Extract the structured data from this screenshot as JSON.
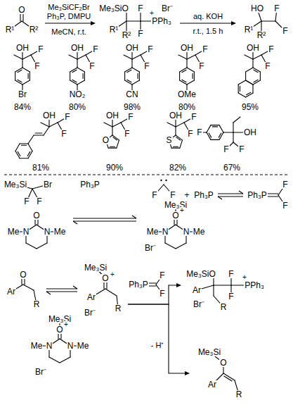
{
  "diagram": {
    "nodes": [
      {
        "text": [
          "O",
          "R¹",
          "R²"
        ]
      },
      {
        "text": [
          "Me₃SiO",
          "+",
          "Br⁻",
          "PPh₃",
          "R¹",
          "R²",
          "F",
          "F"
        ]
      },
      {
        "text": [
          "HO",
          "F",
          "F",
          "R¹",
          "R²"
        ]
      },
      {
        "text": [
          "OH",
          "F",
          "F",
          "Br",
          "84%"
        ]
      },
      {
        "text": [
          "OH",
          "F",
          "F",
          "NO₂",
          "80%"
        ]
      },
      {
        "text": [
          "OH",
          "F",
          "F",
          "CN",
          "98%"
        ]
      },
      {
        "text": [
          "OH",
          "F",
          "F",
          "OMe",
          "80%"
        ]
      },
      {
        "text": [
          "OH",
          "F",
          "F",
          "95%"
        ]
      },
      {
        "text": [
          "OH",
          "F",
          "F",
          "81%"
        ]
      },
      {
        "text": [
          "OH",
          "F",
          "F",
          "O",
          "90%"
        ]
      },
      {
        "text": [
          "OH",
          "F",
          "F",
          "S",
          "82%"
        ]
      },
      {
        "text": [
          "F",
          "OH",
          "F",
          "F",
          "67%"
        ]
      },
      {
        "text": [
          "Me₃Si",
          "Br",
          "F",
          "F"
        ]
      },
      {
        "text": [
          "O",
          "N",
          "N",
          "Me",
          "Me"
        ]
      },
      {
        "text": [
          "F",
          "F"
        ]
      },
      {
        "text": [
          "Ph₃P"
        ]
      },
      {
        "text": [
          "Ph₃P",
          "F",
          "F"
        ]
      },
      {
        "text": [
          "Me₃Si",
          "O",
          "+",
          "N",
          "N",
          "Me",
          "Me",
          "Br⁻"
        ]
      },
      {
        "text": [
          "O",
          "Ar",
          "R"
        ]
      },
      {
        "text": [
          "Me₃Si",
          "O",
          "+",
          "Ar",
          "Br⁻",
          "R"
        ]
      },
      {
        "text": [
          "Me₃Si",
          "O",
          "+",
          "N",
          "N",
          "Me",
          "Me",
          "Br⁻"
        ]
      },
      {
        "text": [
          "Ph₃P",
          "F",
          "F"
        ]
      },
      {
        "text": [
          "Me₃SiO",
          "F",
          "F",
          "+",
          "PPh₃",
          "Ar",
          "Br⁻",
          "R"
        ]
      },
      {
        "text": [
          "Me₃Si",
          "O",
          "Ar",
          "R"
        ]
      }
    ],
    "edges": [
      {
        "from": 0,
        "to": 1,
        "arrow": "to",
        "label": "Me₃SiCF₂Br"
      },
      {
        "from": 1,
        "to": 2,
        "arrow": "to",
        "label": "aq. KOH"
      },
      {
        "from": 13,
        "to": 17,
        "arrow": "both"
      },
      {
        "from": 15,
        "to": 16,
        "arrow": "both"
      },
      {
        "from": 18,
        "to": 19,
        "arrow": "both"
      },
      {
        "from": 19,
        "to": 22,
        "arrow": "to"
      },
      {
        "from": 19,
        "to": 23,
        "arrow": "to",
        "label": "- H⁺"
      }
    ],
    "labels": [
      "Ph₃P, DMPU",
      "MeCN, r.t.",
      "r.t., 1.5 h",
      "Ph₃P",
      "+"
    ]
  }
}
